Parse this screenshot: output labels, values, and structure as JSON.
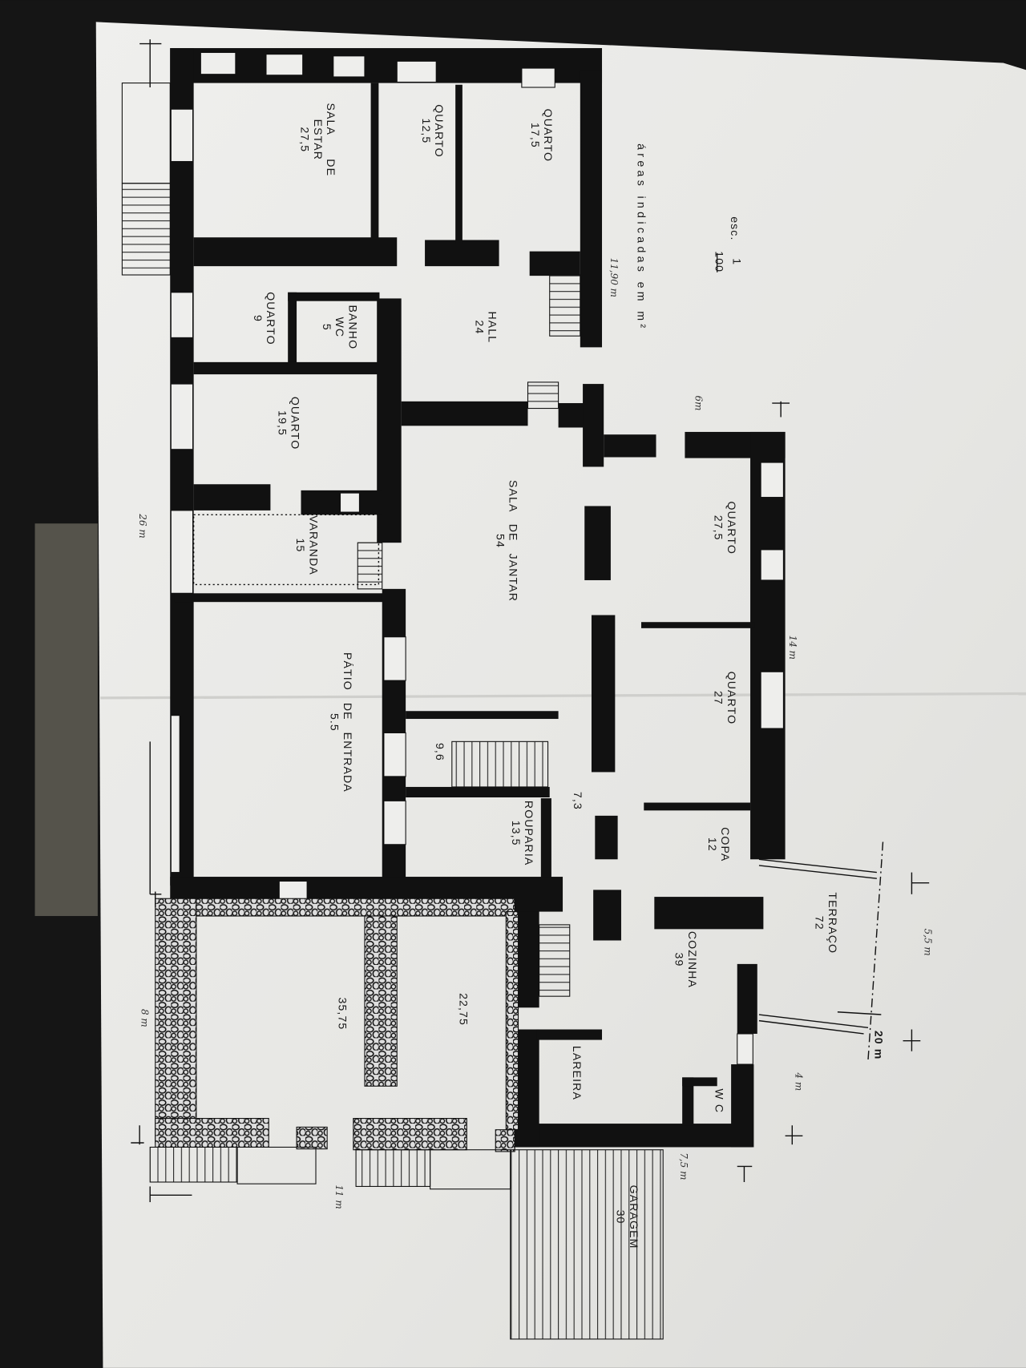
{
  "scale": {
    "prefix": "esc.",
    "numerator": "1",
    "denominator": "100"
  },
  "note": "áreas indicadas em m²",
  "rooms": [
    {
      "name": "QUARTO",
      "area": "17,5"
    },
    {
      "name": "QUARTO",
      "area": "12,5"
    },
    {
      "name": "SALA      DE",
      "name2": "ESTAR",
      "area": "27,5"
    },
    {
      "name": "HALL",
      "area": "24"
    },
    {
      "name": "BANHO",
      "name2": "WC",
      "area": "5"
    },
    {
      "name": "QUARTO",
      "area": "9"
    },
    {
      "name": "QUARTO",
      "area": "19,5"
    },
    {
      "name": "SALA   DE   JANTAR",
      "area": "54"
    },
    {
      "name": "QUARTO",
      "area": "27,5"
    },
    {
      "name": "VARANDA",
      "area": "15"
    },
    {
      "name": "PÁTIO   DE   ENTRADA",
      "area": "5.5"
    },
    {
      "name": "QUARTO",
      "area": "27"
    },
    {
      "name": "",
      "area": "9,6"
    },
    {
      "name": "",
      "area": "7,3"
    },
    {
      "name": "ROUPARIA",
      "area": "13,5"
    },
    {
      "name": "COPA",
      "area": "12"
    },
    {
      "name": "TERRAÇO",
      "area": "72"
    },
    {
      "name": "COZINHA",
      "area": "39"
    },
    {
      "name": "",
      "area": "22,75"
    },
    {
      "name": "",
      "area": "35,75"
    },
    {
      "name": "LAREIRA",
      "area": ""
    },
    {
      "name": "W C",
      "area": ""
    },
    {
      "name": "GARAGEM",
      "area": "30"
    }
  ],
  "dimensions": [
    "11,90 m",
    "6m",
    "26 m",
    "14 m",
    "5,5 m",
    "20 m",
    "4 m",
    "8 m",
    "7,5 m",
    "11 m"
  ],
  "colors": {
    "paper": "#e9e9e6",
    "ink": "#111111",
    "background": "#151515"
  }
}
